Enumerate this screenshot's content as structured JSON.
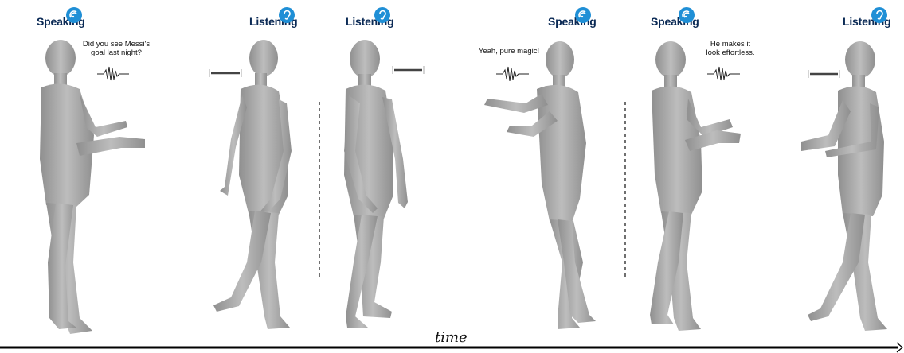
{
  "panels": [
    {
      "role": "Speaking",
      "role_icon": "speaker-icon",
      "speech": "Did you see Messi's\ngoal last night?"
    },
    {
      "role": "Listening",
      "role_icon": "ear-icon",
      "speech": ""
    },
    {
      "role": "Listening",
      "role_icon": "ear-icon",
      "speech": ""
    },
    {
      "role": "Speaking",
      "role_icon": "speaker-icon",
      "speech": "Yeah, pure magic!"
    },
    {
      "role": "Speaking",
      "role_icon": "speaker-icon",
      "speech": "He makes it\nlook effortless."
    },
    {
      "role": "Listening",
      "role_icon": "ear-icon",
      "speech": ""
    }
  ],
  "time_label": "time",
  "colors": {
    "badge": "#1f8fd6",
    "role_text": "#0b2a55",
    "figure": "#a9a9a9",
    "figure_shade": "#8e8e8e"
  }
}
